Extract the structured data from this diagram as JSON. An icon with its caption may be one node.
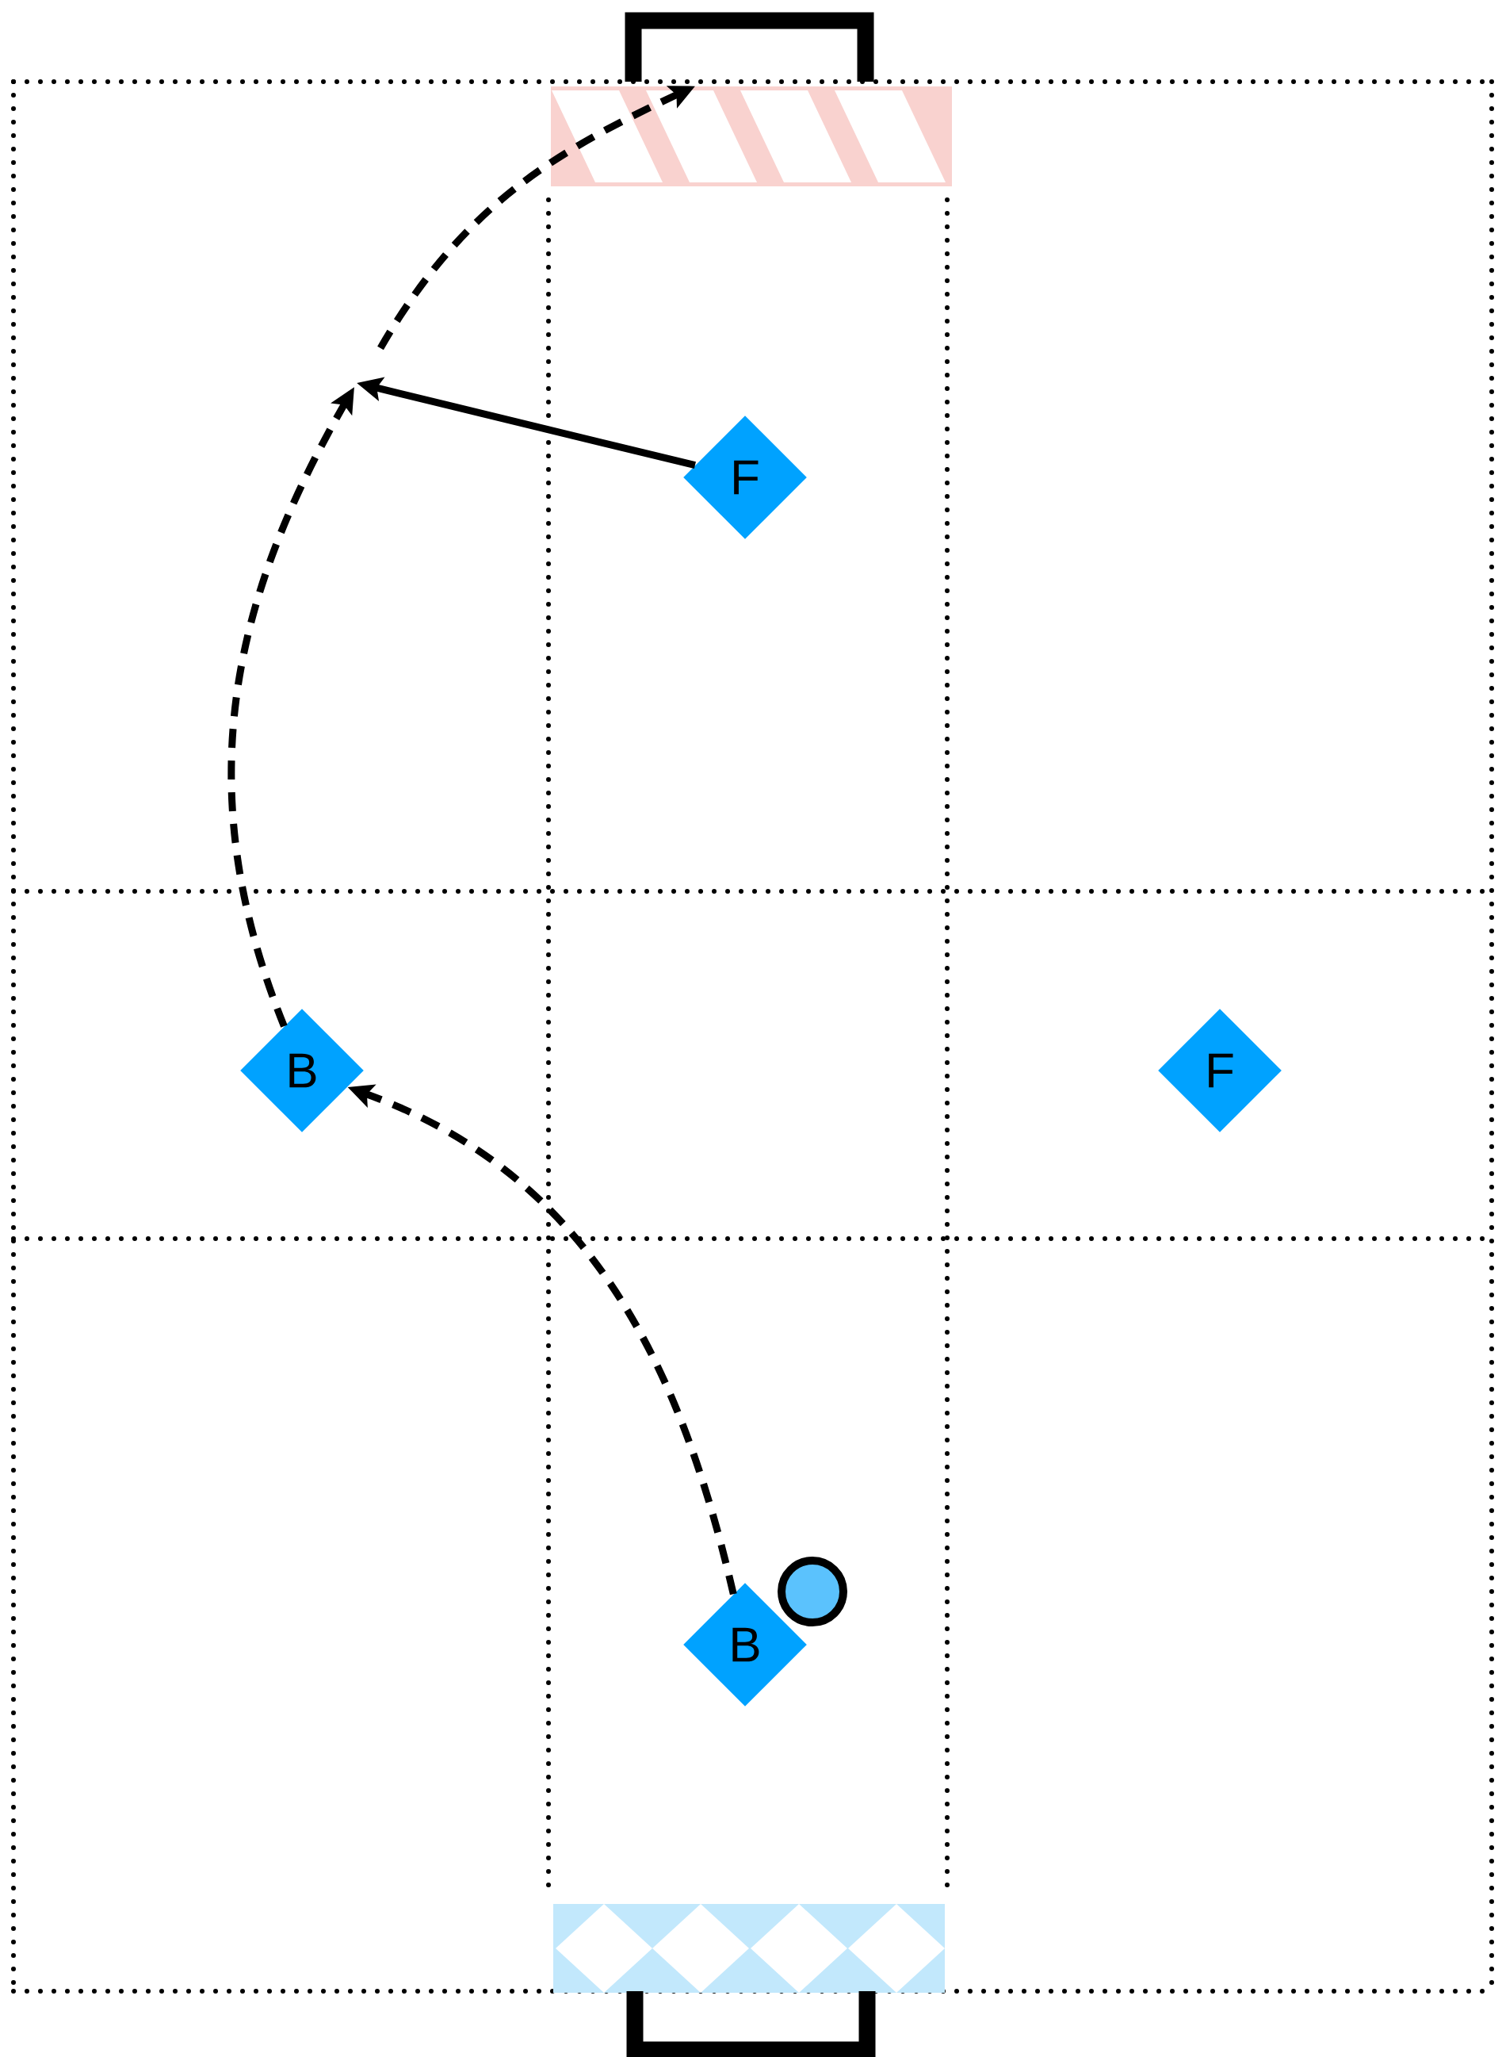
{
  "diagram": {
    "nodes": [
      {
        "text": [],
        "shape": "box"
      },
      {
        "text": [
          "F"
        ]
      },
      {
        "text": [
          "B"
        ]
      },
      {
        "text": [
          "F"
        ]
      },
      {
        "text": [
          "B"
        ]
      }
    ],
    "edges": [
      {
        "from": 1,
        "to": null,
        "arrow": "to"
      },
      {
        "from": 2,
        "to": null,
        "arrow": "to",
        "style": "dashed"
      },
      {
        "from": null,
        "to": 0,
        "arrow": "to",
        "style": "dashed"
      },
      {
        "from": 4,
        "to": 2,
        "arrow": "to",
        "style": "dashed"
      }
    ]
  }
}
